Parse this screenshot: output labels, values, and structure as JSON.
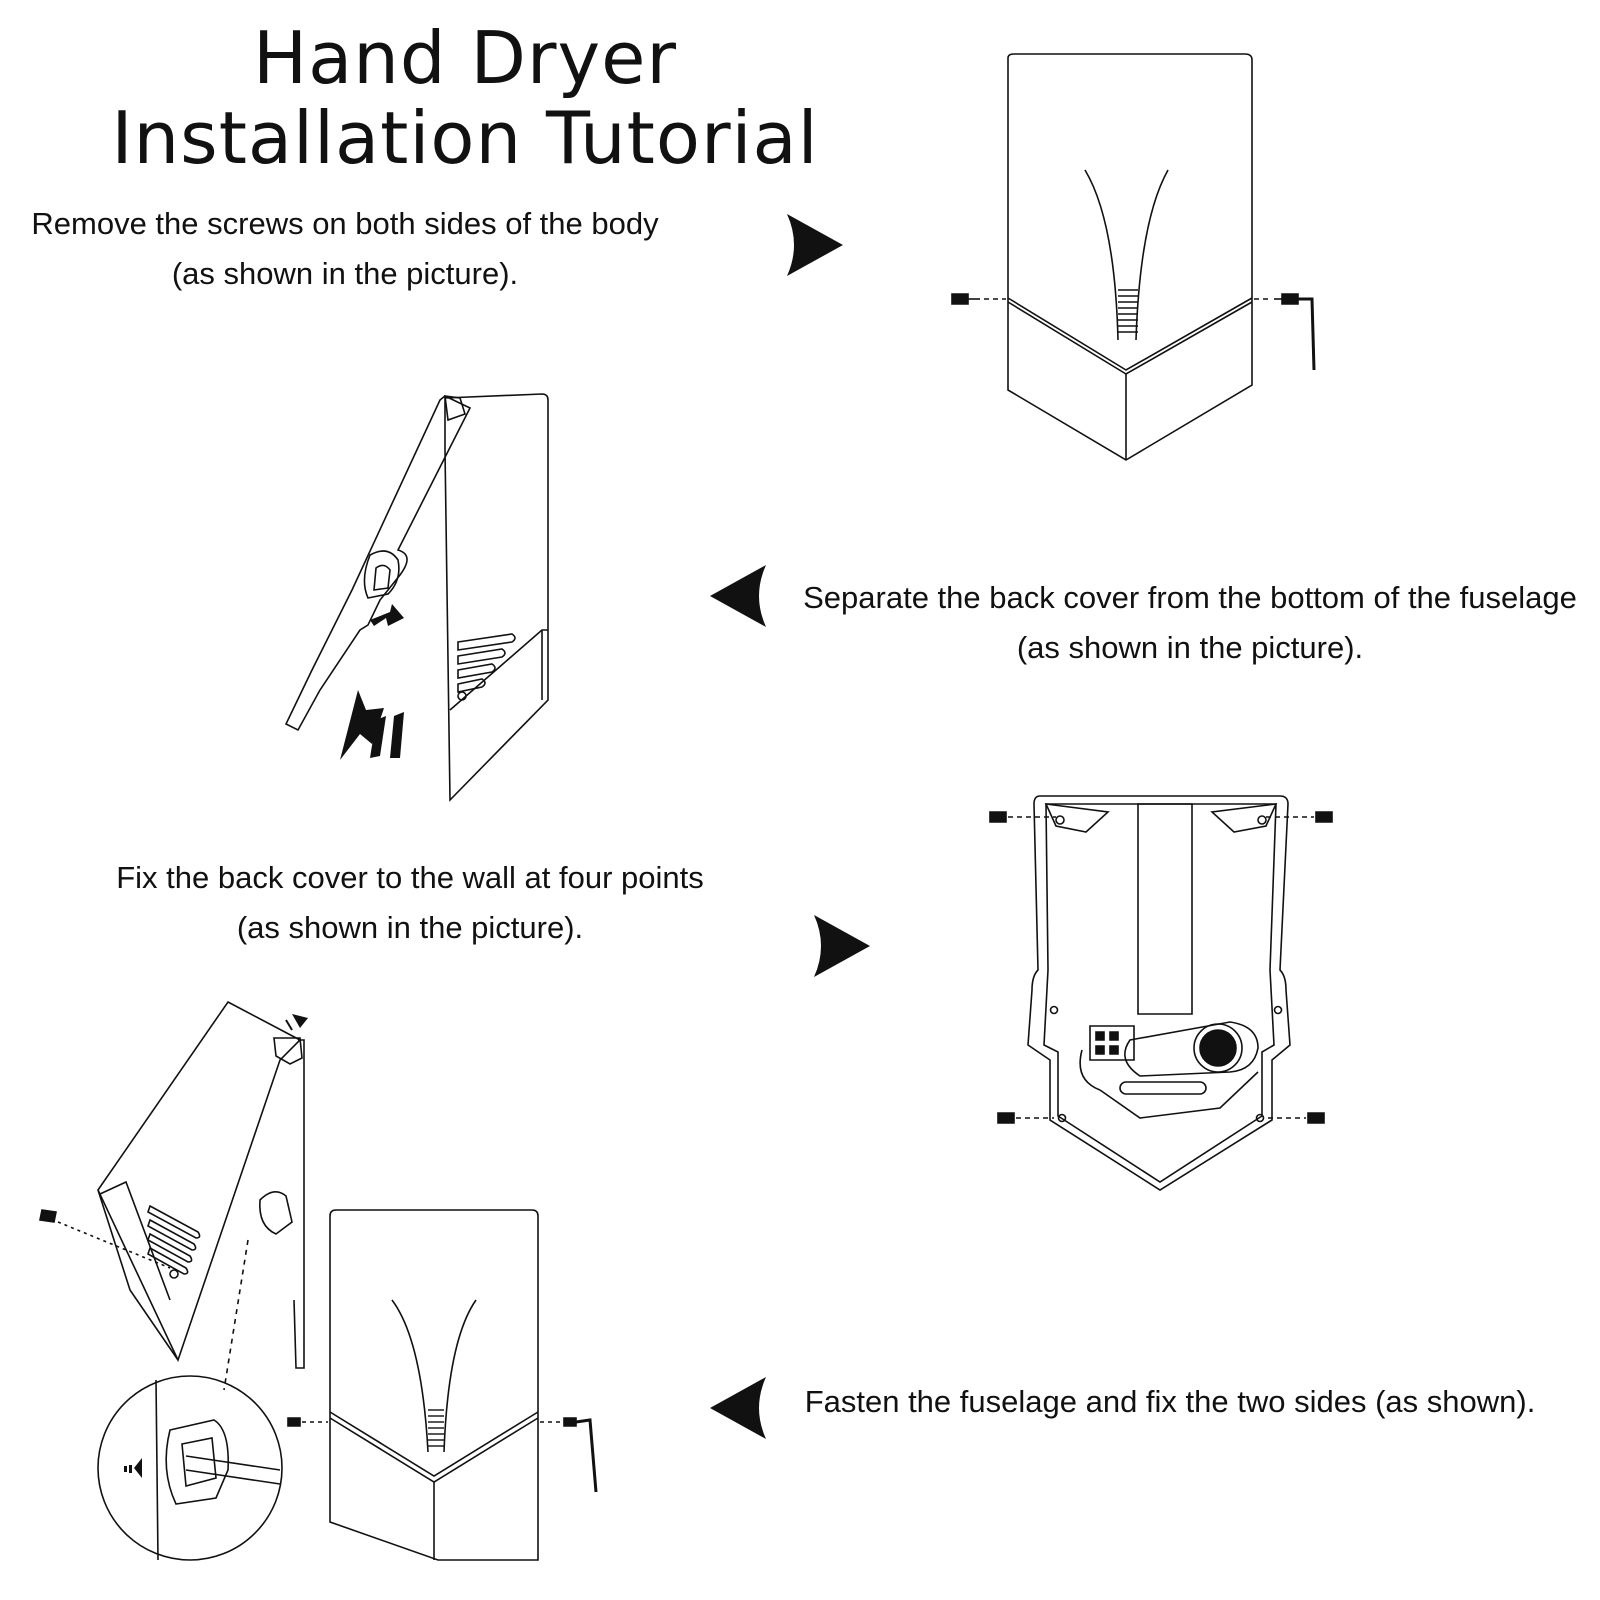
{
  "title": {
    "line1": "Hand Dryer",
    "line2": "Installation Tutorial"
  },
  "steps": [
    {
      "line1": "Remove the screws on both sides of the body",
      "line2": "(as shown in the picture)."
    },
    {
      "line1": "Separate the back cover from the bottom of the fuselage",
      "line2": "(as shown in the picture)."
    },
    {
      "line1": "Fix the back cover to the wall at four points",
      "line2": "(as shown in the picture)."
    },
    {
      "line1": "Fasten the fuselage and fix the two sides (as shown).",
      "line2": ""
    }
  ],
  "icons": {
    "step1_arrow": "arrow-right-icon",
    "step2_arrow": "arrow-left-icon",
    "step3_arrow": "arrow-right-icon",
    "step4_arrow": "arrow-left-icon"
  },
  "colors": {
    "line": "#111111",
    "background": "#ffffff"
  }
}
